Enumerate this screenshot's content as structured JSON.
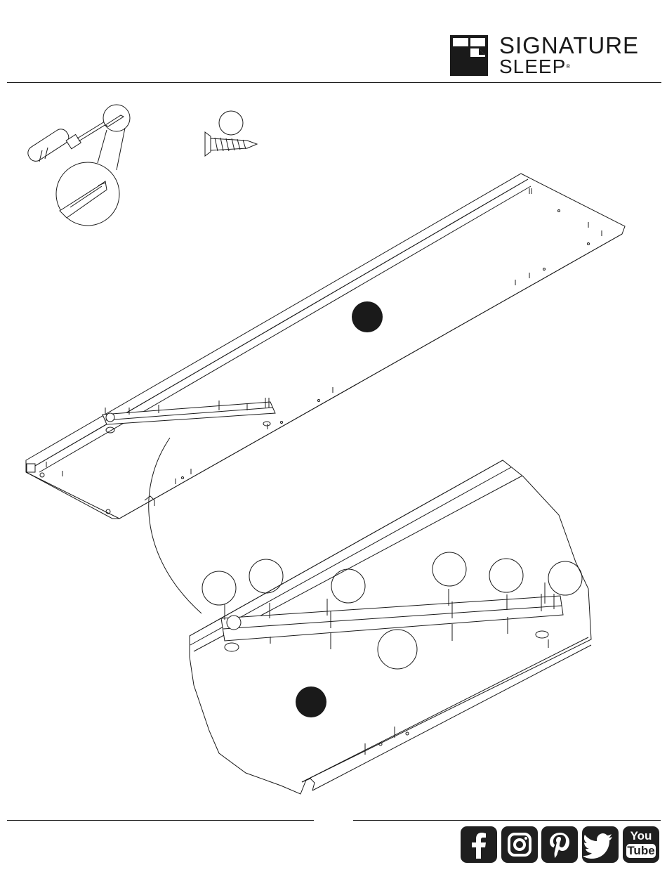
{
  "brand": {
    "line1": "SIGNATURE",
    "line2": "SLEEP",
    "mark": "®"
  },
  "icons": {
    "logo": "signature-sleep-logo-mark",
    "tool": "phillips-screwdriver-icon",
    "hardware": "wood-screw-icon",
    "social": [
      "facebook-icon",
      "instagram-icon",
      "pinterest-icon",
      "twitter-icon",
      "youtube-icon"
    ]
  },
  "social": {
    "youtube_top": "You",
    "youtube_bottom": "Tube"
  },
  "colors": {
    "ink": "#1a1a1a",
    "paper": "#ffffff"
  }
}
